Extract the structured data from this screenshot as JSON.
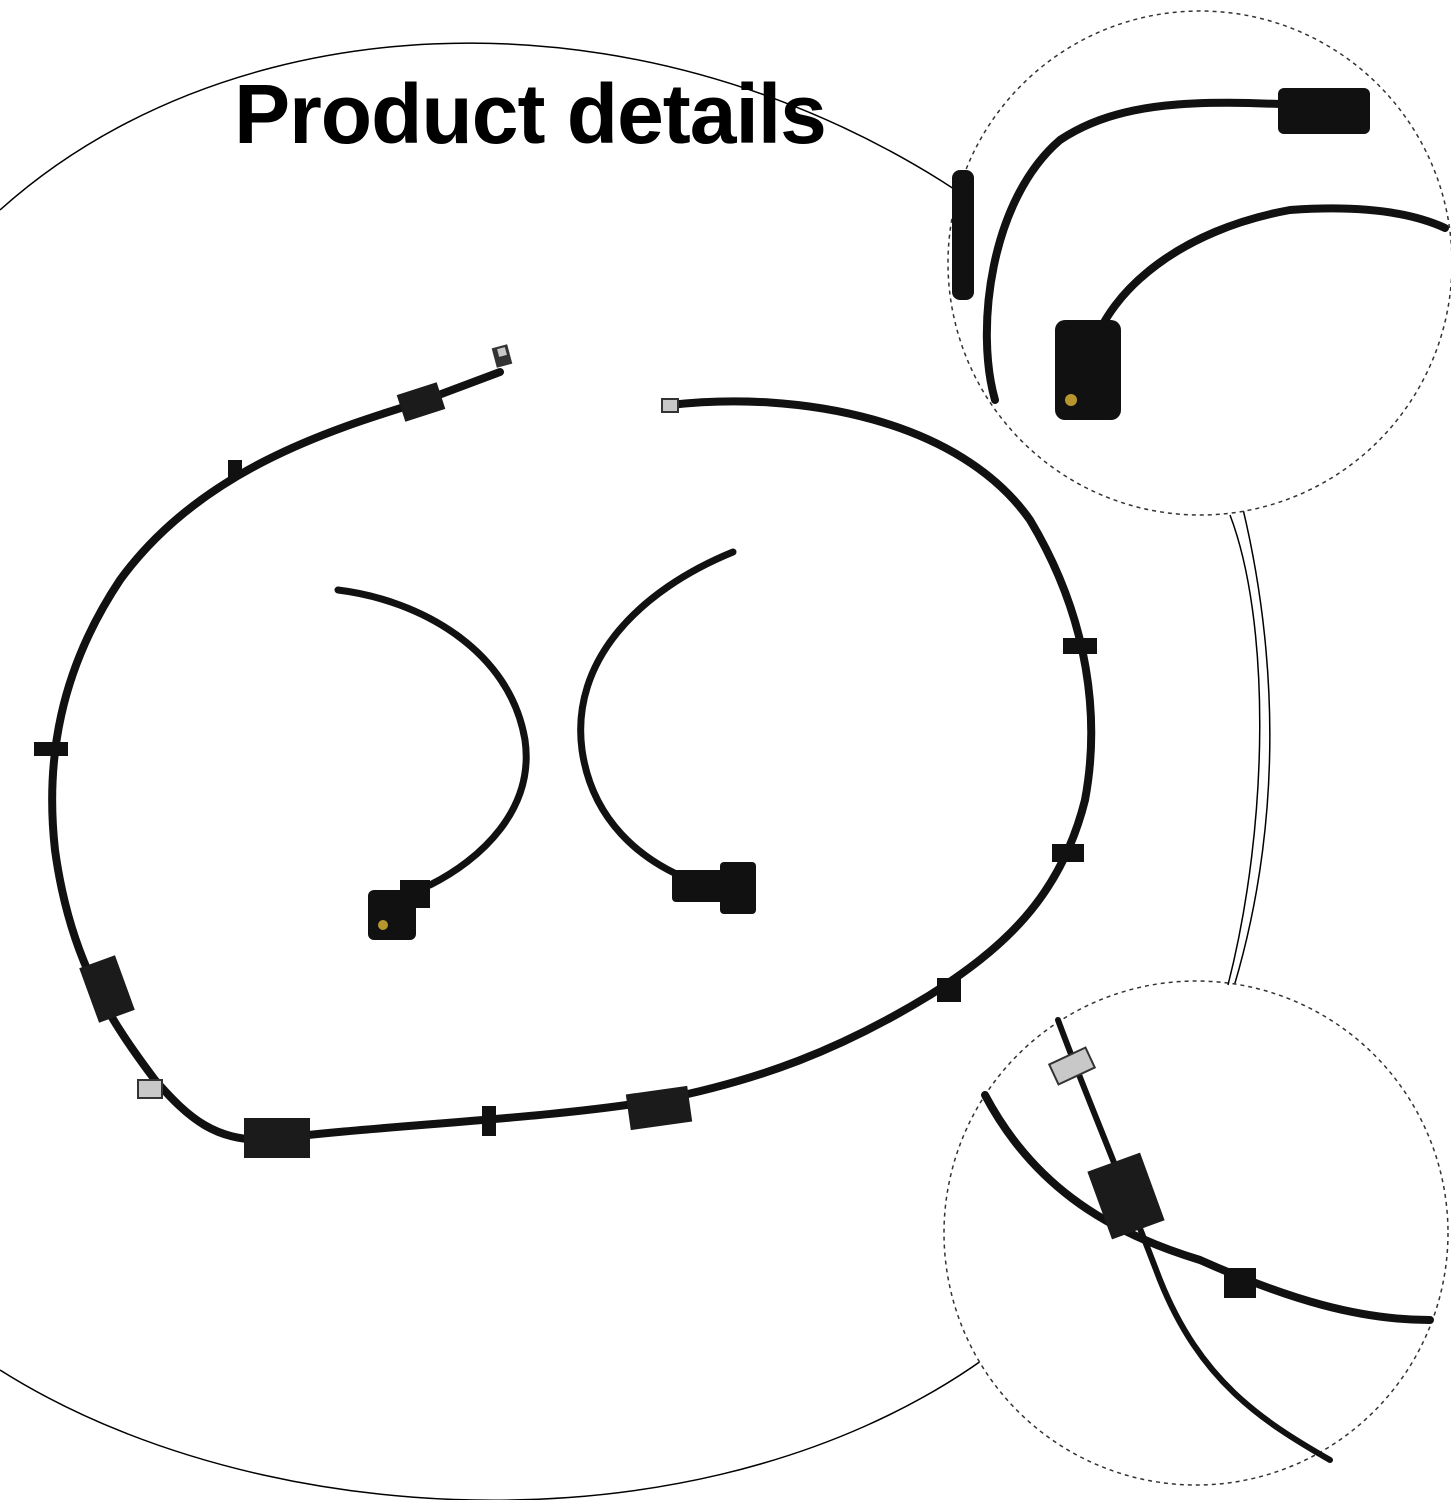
{
  "header": {
    "title": "Product details"
  },
  "colors": {
    "background": "#ffffff",
    "hose": "#111111",
    "outline": "#000000",
    "dashed_circle": "#333333",
    "metal_fitting": "#c8c8c8"
  },
  "scene": {
    "main_image": "washer-hose-kit",
    "detail_views": [
      "nozzle-closeup",
      "hose-junction-closeup"
    ]
  }
}
